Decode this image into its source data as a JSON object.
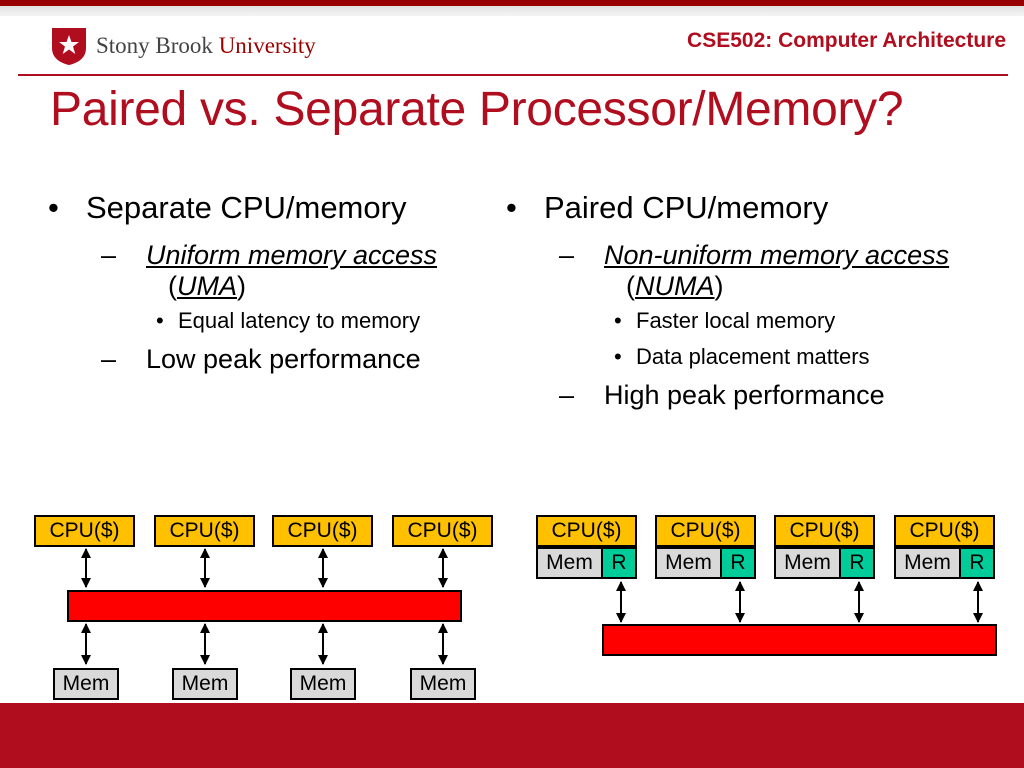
{
  "header": {
    "university_name_part1": "Stony Brook",
    "university_name_part2": "University",
    "course": "CSE502: Computer Architecture"
  },
  "slide": {
    "title": "Paired vs. Separate Processor/Memory?"
  },
  "left_column": {
    "heading": "Separate CPU/memory",
    "sub1_italic": "Uniform memory access",
    "sub1_paren_open": "(",
    "sub1_abbr": "UMA",
    "sub1_paren_close": ")",
    "sub1_points": [
      "Equal latency to memory"
    ],
    "sub2": "Low peak performance"
  },
  "right_column": {
    "heading": "Paired CPU/memory",
    "sub1_italic": "Non-uniform memory access",
    "sub1_paren_open": "(",
    "sub1_abbr": "NUMA",
    "sub1_paren_close": ")",
    "sub1_points": [
      "Faster local memory",
      "Data placement matters"
    ],
    "sub2": "High peak performance"
  },
  "diagrams": {
    "cpu_label": "CPU($)",
    "mem_label": "Mem",
    "router_label": "R"
  },
  "colors": {
    "brand_red": "#b00d1f",
    "cpu_fill": "#ffc000",
    "mem_fill": "#d9d9d9",
    "router_fill": "#00cc99",
    "bus_fill": "#ff0000"
  }
}
